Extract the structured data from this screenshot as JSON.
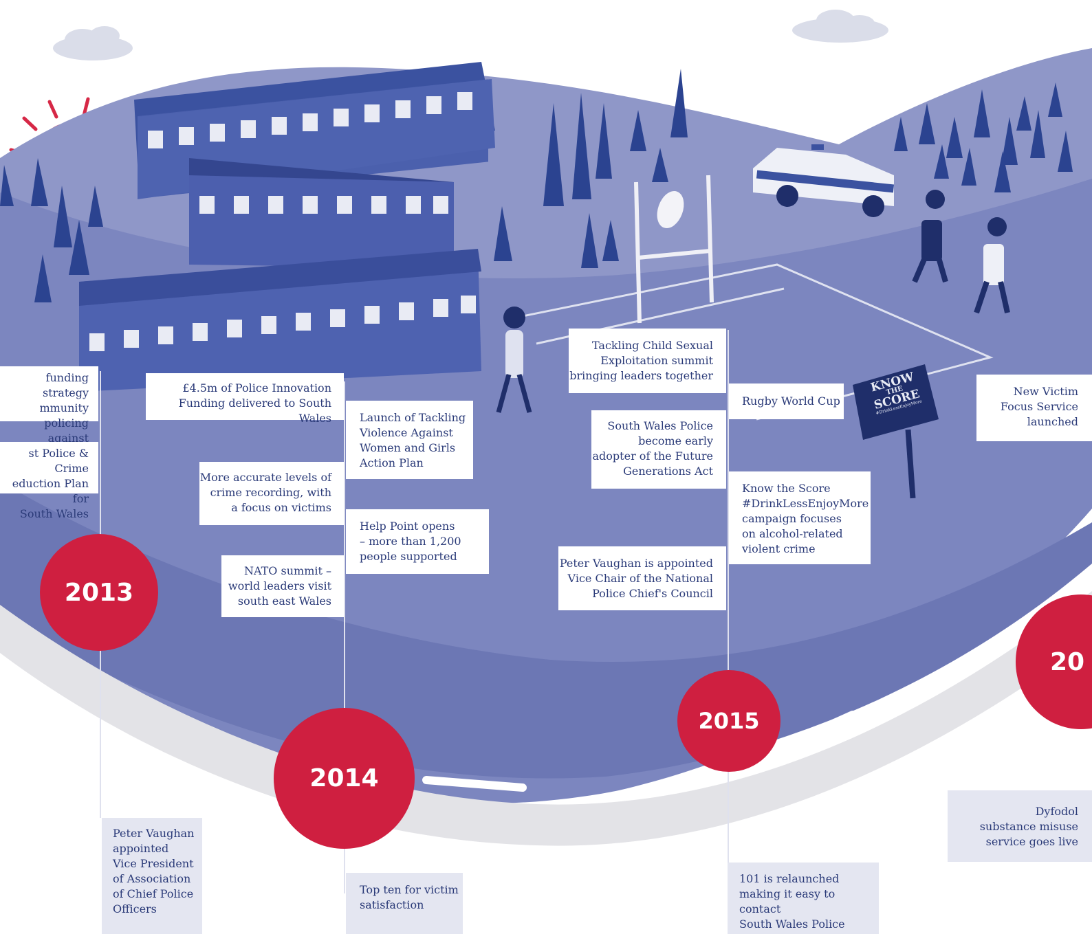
{
  "years": [
    "2013",
    "2014",
    "2015",
    "20"
  ],
  "timeline": {
    "2013_above": [
      "funding strategy\nmmunity policing\nagainst austerity",
      "st Police & Crime\neduction Plan for\nSouth Wales"
    ],
    "2013_below": "Peter Vaughan\nappointed\nVice President\nof Association\nof Chief Police\nOfficers",
    "2014_left": [
      "£4.5m of Police Innovation\nFunding delivered to South Wales",
      "More accurate levels of\ncrime recording, with\na focus on victims",
      "NATO summit –\nworld leaders visit\nsouth east Wales"
    ],
    "2014_right": [
      "Launch of Tackling\nViolence Against\nWomen and Girls\nAction Plan",
      "Help Point opens\n– more than 1,200\npeople supported"
    ],
    "2014_below": "Top ten for victim\nsatisfaction",
    "2015_left": [
      "Tackling Child Sexual\nExploitation summit\nbringing leaders together",
      "South Wales Police\nbecome early\nadopter of the Future\nGenerations Act",
      "Peter Vaughan is appointed\nVice Chair of the National\nPolice Chief's Council"
    ],
    "2015_right": [
      "Rugby World Cup",
      "Know the Score\n#DrinkLessEnjoyMore\ncampaign focuses\non alcohol-related\nviolent crime"
    ],
    "2015_below": "101 is relaunched\nmaking it easy to contact\nSouth Wales Police",
    "2016_above": "New Victim\nFocus Service\nlaunched",
    "2016_below": "Dyfodol\nsubstance misuse\nservice goes live"
  },
  "sign": {
    "line1": "KNOW",
    "line2": "THE",
    "line3": "SCORE",
    "tag": "#DrinkLessEnjoyMore"
  },
  "colors": {
    "hill": "#7f88c0",
    "hill_dark": "#5b66a8",
    "navy": "#2c3e8a",
    "red": "#cf1f40",
    "road": "#e3e3e7"
  }
}
